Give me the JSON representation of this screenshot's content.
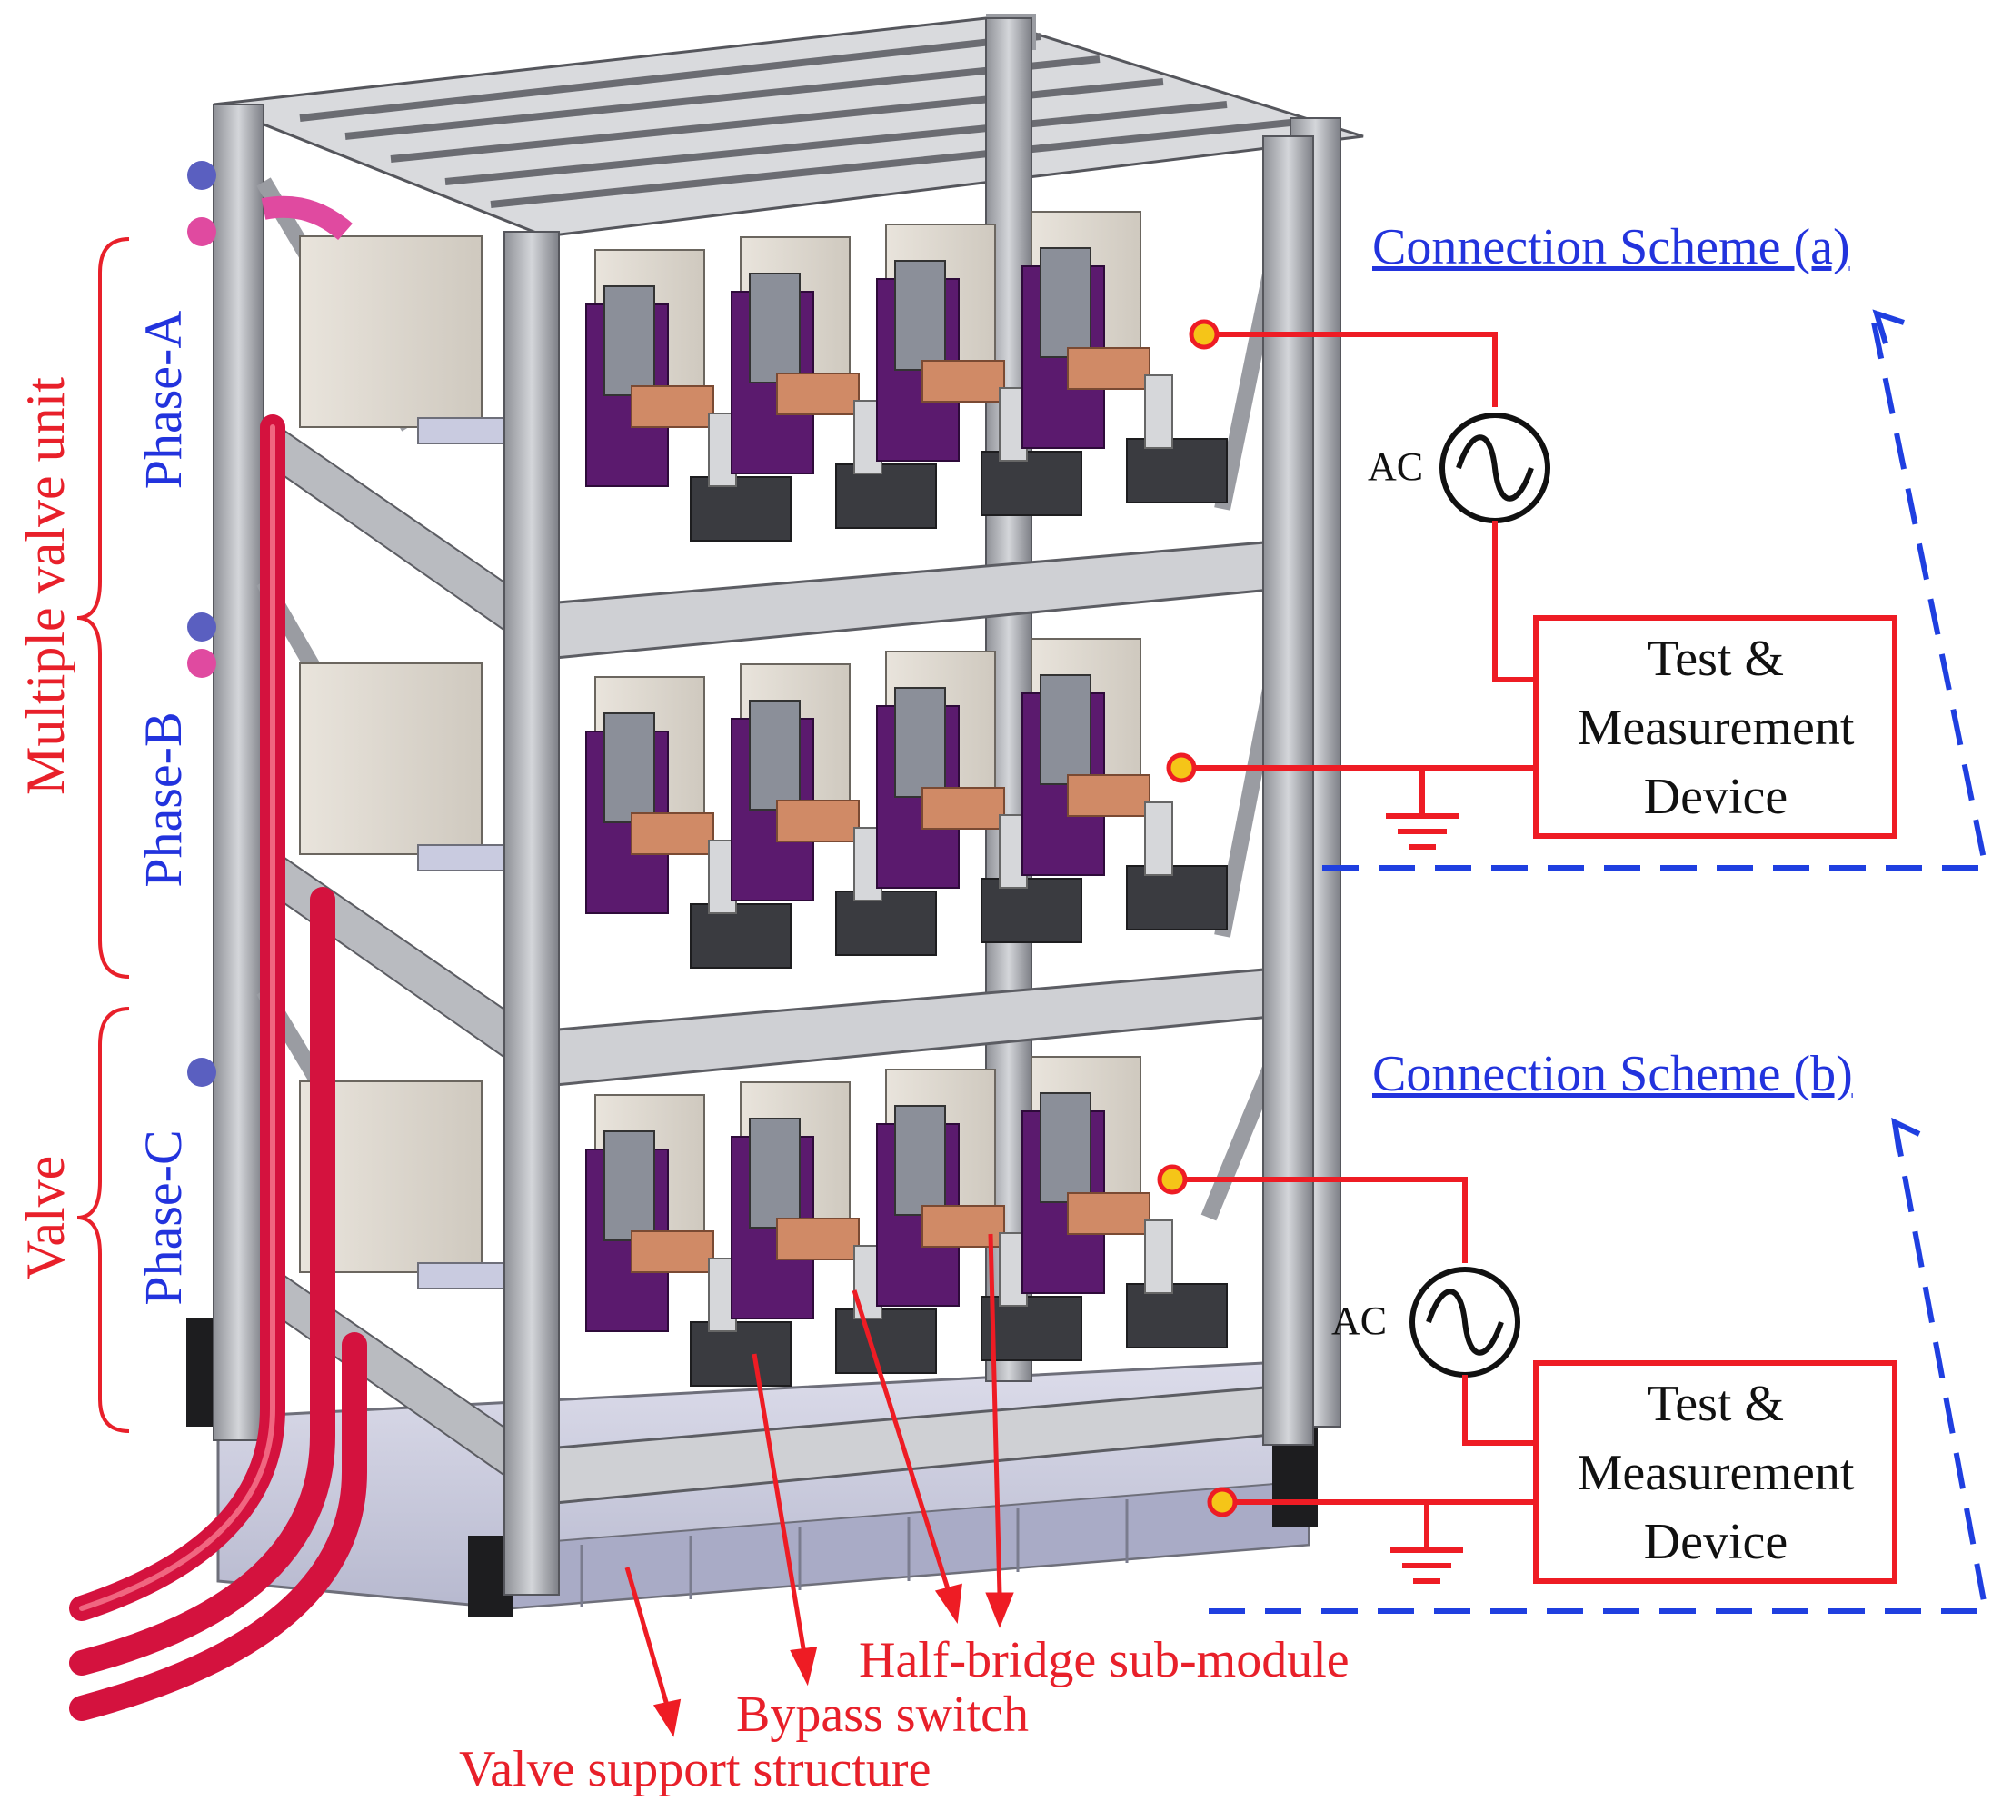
{
  "labels": {
    "multiple_valve_unit": "Multiple valve unit",
    "valve": "Valve",
    "phase_a": "Phase-A",
    "phase_b": "Phase-B",
    "phase_c": "Phase-C",
    "scheme_a": "Connection Scheme (a)",
    "scheme_b": "Connection Scheme (b)",
    "ac_a": "AC",
    "ac_b": "AC",
    "device_a": [
      "Test &",
      "Measurement",
      "Device"
    ],
    "device_b": [
      "Test &",
      "Measurement",
      "Device"
    ],
    "half_bridge": "Half-bridge sub-module",
    "bypass": "Bypass switch",
    "support": "Valve support structure"
  },
  "colors": {
    "label_red": "#e8202a",
    "phase_blue": "#2233dd",
    "wire_red": "#ee1c24",
    "dash_blue": "#1f3fe0",
    "cable_red": "#d4123e",
    "frame_grey": "#a9abb0",
    "base_lilac": "#c9cbe0",
    "capacitor_purple": "#5b1a6e",
    "busbar_copper": "#d08a66",
    "terminal_dot": "#f5c518"
  }
}
